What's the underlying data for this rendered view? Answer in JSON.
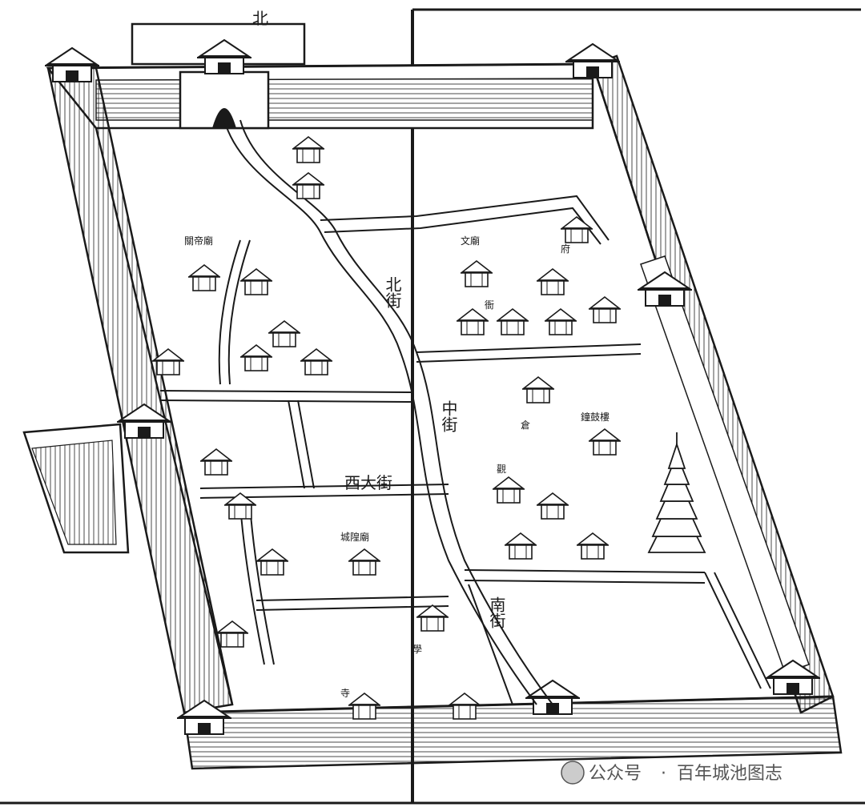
{
  "map": {
    "top_label": "北",
    "streets": {
      "north": "北街",
      "middle": "中街",
      "south": "南街",
      "west": "西大街"
    },
    "buildings": [
      "關帝廟",
      "城隍廟",
      "文廟",
      "倉",
      "鐘鼓樓",
      "學",
      "衙",
      "府",
      "寺",
      "觀"
    ],
    "colors": {
      "ink": "#1a1a1a",
      "paper": "#ffffff"
    }
  },
  "watermark": {
    "prefix": "公众号",
    "separator": "·",
    "account": "百年城池图志"
  }
}
